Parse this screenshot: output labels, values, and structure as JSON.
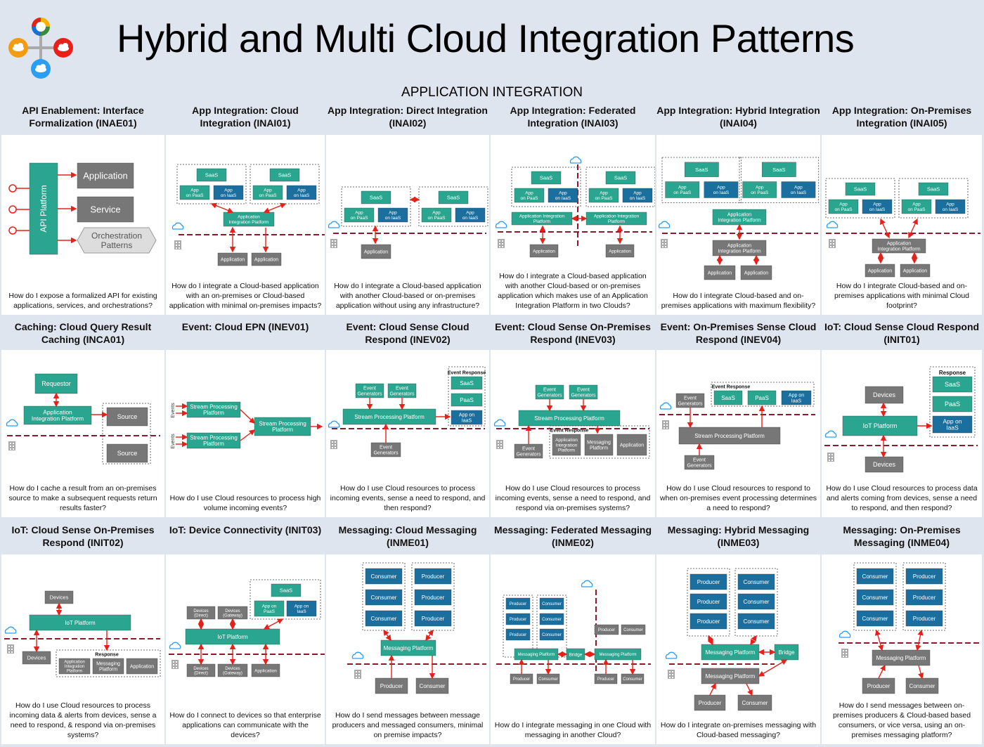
{
  "title": "Hybrid and Multi Cloud Integration Patterns",
  "section": "APPLICATION INTEGRATION",
  "colors": {
    "teal": "#2aa58f",
    "darkblue": "#1a6f9e",
    "gray": "#777777",
    "red": "#e8201a",
    "header_bg": "#dfe5ee"
  },
  "patterns": [
    {
      "title": "API Enablement: Interface Formalization (INAE01)",
      "question": "How do I expose a formalized API for existing applications, services, and orchestrations?"
    },
    {
      "title": "App Integration: Cloud Integration (INAI01)",
      "question": "How do I integrate a Cloud-based application with an on-premises or Cloud-based application with minimal on-premises impacts?"
    },
    {
      "title": "App Integration: Direct Integration (INAI02)",
      "question": "How do I integrate a Cloud-based application with another Cloud-based or on-premises application without using any infrastructure?"
    },
    {
      "title": "App Integration: Federated Integration (INAI03)",
      "question": "How do I integrate a Cloud-based application with another Cloud-based or on-premises application which makes use of an Application Integration Platform in two Clouds?"
    },
    {
      "title": "App Integration: Hybrid Integration (INAI04)",
      "question": "How do I integrate Cloud-based and on-premises applications with maximum flexibility?"
    },
    {
      "title": "App Integration: On-Premises Integration (INAI05)",
      "question": "How do I integrate Cloud-based and on-premises applications with minimal Cloud footprint?"
    },
    {
      "title": "Caching: Cloud Query Result Caching (INCA01)",
      "question": "How do I cache a result from an on-premises source to make a subsequent requests return results faster?"
    },
    {
      "title": "Event: Cloud EPN (INEV01)",
      "question": "How do I use Cloud resources to process high volume incoming events?"
    },
    {
      "title": "Event: Cloud Sense Cloud Respond (INEV02)",
      "question": "How do I use Cloud resources to process incoming events, sense a need to respond, and then respond?"
    },
    {
      "title": "Event: Cloud Sense On-Premises Respond (INEV03)",
      "question": "How do I use Cloud resources to process incoming events, sense a need to respond, and respond via on-premises systems?"
    },
    {
      "title": "Event: On-Premises Sense Cloud Respond (INEV04)",
      "question": "How do I use Cloud resources to respond to when on-premises event processing determines a need to respond?"
    },
    {
      "title": "IoT: Cloud Sense Cloud Respond (INIT01)",
      "question": "How do I use Cloud resources to process data and alerts coming from devices, sense a need to respond, and then respond?"
    },
    {
      "title": "IoT: Cloud Sense On-Premises Respond (INIT02)",
      "question": "How do I use Cloud resources to process incoming data & alerts from devices, sense a need to respond, & respond via on-premises systems?"
    },
    {
      "title": "IoT: Device Connectivity (INIT03)",
      "question": "How do I connect to devices so that enterprise applications can communicate with the devices?"
    },
    {
      "title": "Messaging: Cloud Messaging (INME01)",
      "question": "How do I send messages between message producers and messaged consumers, minimal on premise impacts?"
    },
    {
      "title": "Messaging: Federated Messaging (INME02)",
      "question": "How do I integrate messaging in one Cloud with messaging in another Cloud?"
    },
    {
      "title": "Messaging: Hybrid Messaging (INME03)",
      "question": "How do I integrate on-premises messaging with Cloud-based messaging?"
    },
    {
      "title": "Messaging: On-Premises Messaging (INME04)",
      "question": "How do I send messages between on-premises producers & Cloud-based based consumers, or vice versa, using an on-premises messaging platform?"
    }
  ],
  "labels": {
    "api_platform": "API Platform",
    "application": "Application",
    "service": "Service",
    "orchestration": "Orchestration Patterns",
    "saas": "SaaS",
    "paas": "PaaS",
    "app_on_paas": "App on PaaS",
    "app_on_iaas": "App on IaaS",
    "aip": "Application Integration Platform",
    "requestor": "Requestor",
    "source": "Source",
    "events": "Events",
    "spp": "Stream Processing Platform",
    "event_generators": "Event Generators",
    "event_response": "Event Response",
    "messaging_platform": "Messaging Platform",
    "response": "Response",
    "devices": "Devices",
    "iot_platform": "IoT Platform",
    "devices_direct": "Devices (Direct)",
    "devices_gateway": "Devices (Gateway)",
    "consumer": "Consumer",
    "producer": "Producer",
    "bridge": "Bridge"
  }
}
